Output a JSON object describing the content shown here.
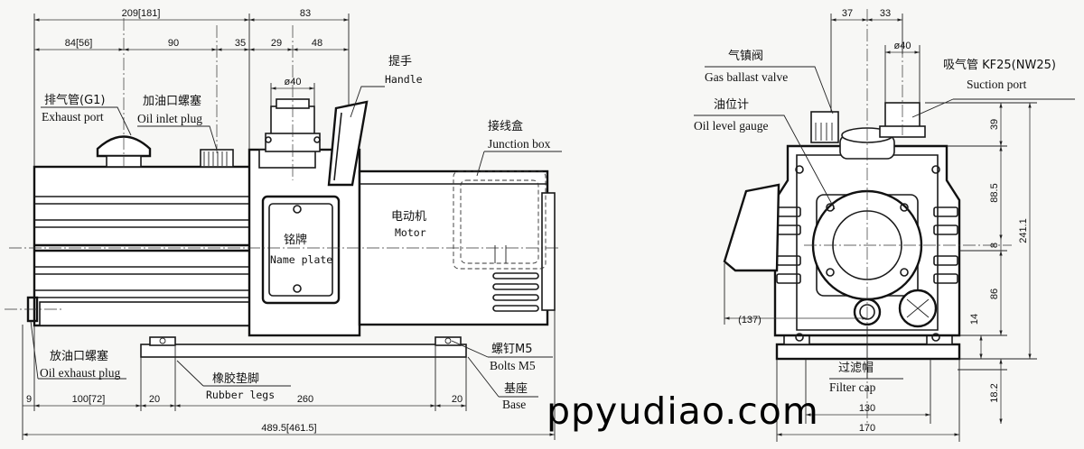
{
  "dimensions": {
    "d209": "209[181]",
    "d83": "83",
    "d84": "84[56]",
    "d90": "90",
    "d35": "35",
    "d29": "29",
    "d48": "48",
    "d40_left": "ø40",
    "d9": "9",
    "d100": "100[72]",
    "d20a": "20",
    "d260": "260",
    "d20b": "20",
    "d489": "489.5[461.5]",
    "d37": "37",
    "d33": "33",
    "d40_right": "ø40",
    "d39": "39",
    "d88": "88.5",
    "d241": "241.1",
    "d8": "8",
    "d86": "86",
    "d14": "14",
    "d18": "18.2",
    "d137": "(137)",
    "d130": "130",
    "d170": "170"
  },
  "labels": {
    "exhaust_cn": "排气管(G1)",
    "exhaust_en": "Exhaust port",
    "oil_inlet_cn": "加油口螺塞",
    "oil_inlet_en": "Oil inlet plug",
    "handle_cn": "提手",
    "handle_en": "Handle",
    "junction_cn": "接线盒",
    "junction_en": "Junction box",
    "motor_cn": "电动机",
    "motor_en": "Motor",
    "nameplate_cn": "铭牌",
    "nameplate_en": "Name plate",
    "oil_exhaust_cn": "放油口螺塞",
    "oil_exhaust_en": "Oil exhaust plug",
    "rubber_cn": "橡胶垫脚",
    "rubber_en": "Rubber legs",
    "bolts_cn": "螺钉M5",
    "bolts_en": "Bolts M5",
    "base_cn": "基座",
    "base_en": "Base",
    "gas_ballast_cn": "气镇阀",
    "gas_ballast_en": "Gas ballast valve",
    "oil_level_cn": "油位计",
    "oil_level_en": "Oil level gauge",
    "suction_cn": "吸气管 KF25(NW25)",
    "suction_en": "Suction port",
    "filter_cn": "过滤帽",
    "filter_en": "Filter cap"
  },
  "watermark": "ppyudiao.com"
}
